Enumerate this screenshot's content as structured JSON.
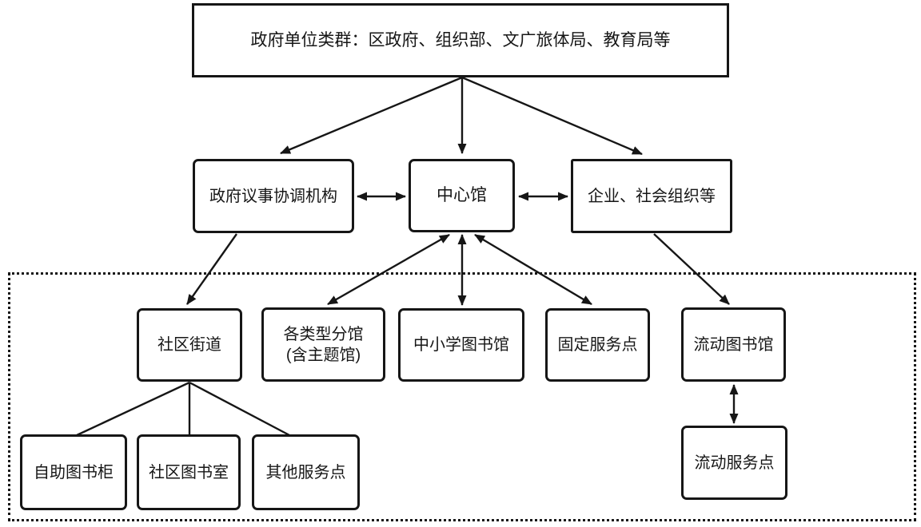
{
  "diagram": {
    "kind": "organization-flowchart",
    "language": "zh-CN",
    "colors": {
      "line": "#161616",
      "box_border": "#161616",
      "background": "#ffffff",
      "text": "#161616"
    },
    "nodes": {
      "gov_units": {
        "label": "政府单位类群：区政府、组织部、文广旅体局、教育局等"
      },
      "gov_coordination": {
        "label": "政府议事协调机构"
      },
      "central_library": {
        "label": "中心馆"
      },
      "enterprises": {
        "label": "企业、社会组织等"
      },
      "community_street": {
        "label": "社区街道"
      },
      "branch_libraries": {
        "label": "各类型分馆",
        "label_line2": "(含主题馆)"
      },
      "school_libraries": {
        "label": "中小学图书馆"
      },
      "fixed_service_point": {
        "label": "固定服务点"
      },
      "mobile_library": {
        "label": "流动图书馆"
      },
      "self_book_cabinet": {
        "label": "自助图书柜"
      },
      "community_reading_room": {
        "label": "社区图书室"
      },
      "other_service_point": {
        "label": "其他服务点"
      },
      "mobile_service_point": {
        "label": "流动服务点"
      }
    },
    "edges": [
      {
        "from": "gov_units",
        "to": "gov_coordination",
        "arrow": "single"
      },
      {
        "from": "gov_units",
        "to": "central_library",
        "arrow": "single"
      },
      {
        "from": "gov_units",
        "to": "enterprises",
        "arrow": "single"
      },
      {
        "from": "gov_coordination",
        "to": "central_library",
        "arrow": "double"
      },
      {
        "from": "central_library",
        "to": "enterprises",
        "arrow": "double"
      },
      {
        "from": "gov_coordination",
        "to": "community_street",
        "arrow": "single"
      },
      {
        "from": "central_library",
        "to": "branch_libraries",
        "arrow": "double"
      },
      {
        "from": "central_library",
        "to": "school_libraries",
        "arrow": "double"
      },
      {
        "from": "central_library",
        "to": "fixed_service_point",
        "arrow": "double"
      },
      {
        "from": "enterprises",
        "to": "mobile_library",
        "arrow": "single"
      },
      {
        "from": "community_street",
        "to": "self_book_cabinet",
        "arrow": "none"
      },
      {
        "from": "community_street",
        "to": "community_reading_room",
        "arrow": "none"
      },
      {
        "from": "community_street",
        "to": "other_service_point",
        "arrow": "none"
      },
      {
        "from": "mobile_library",
        "to": "mobile_service_point",
        "arrow": "double"
      }
    ]
  }
}
